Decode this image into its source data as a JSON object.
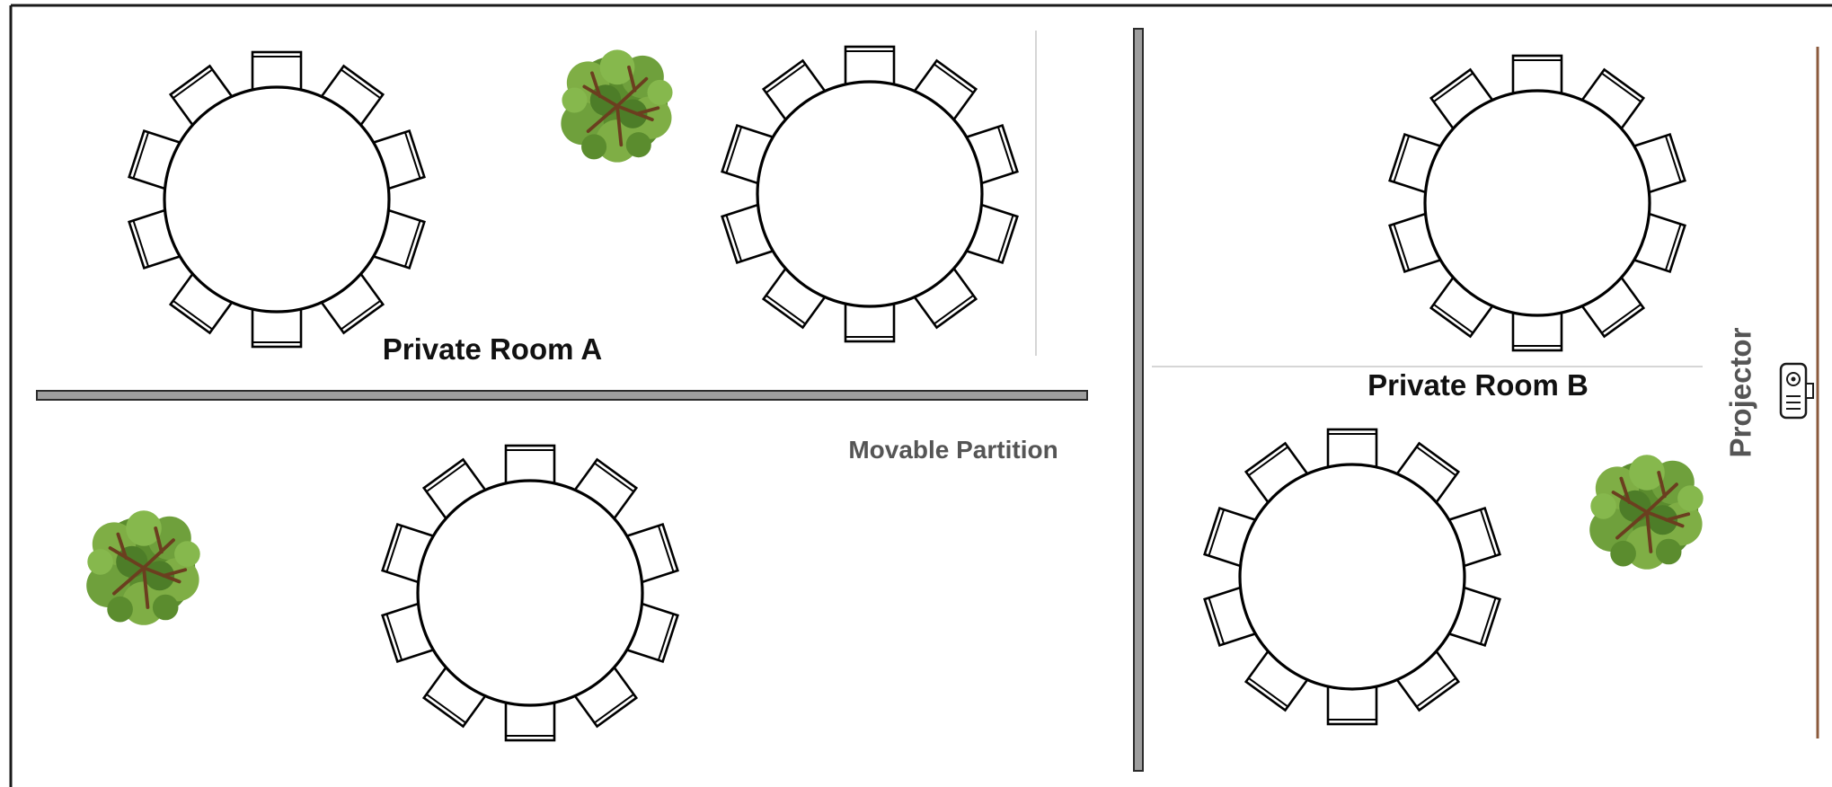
{
  "labels": {
    "room_a": "Private Room A",
    "room_b": "Private Room B",
    "partition": "Movable Partition",
    "projector": "Projector"
  },
  "tables": [
    {
      "id": "room-a-table-1",
      "chairs": 10
    },
    {
      "id": "room-a-table-2",
      "chairs": 10
    },
    {
      "id": "lower-left-table",
      "chairs": 10
    },
    {
      "id": "room-b-table-1",
      "chairs": 10
    },
    {
      "id": "room-b-table-2",
      "chairs": 10
    }
  ],
  "plants": [
    "tree-icon",
    "tree-icon",
    "tree-icon"
  ],
  "icons": {
    "projector": "projector-icon"
  },
  "colors": {
    "partition_fill": "#9e9e9e",
    "partition_stroke": "#2b2b2b",
    "label_gray": "#555555",
    "plant_green": "#6a9a3a",
    "plant_dark_green": "#3f6e22",
    "trunk_brown": "#6b3e1f",
    "screen_line_brown": "#8b5a3c"
  }
}
